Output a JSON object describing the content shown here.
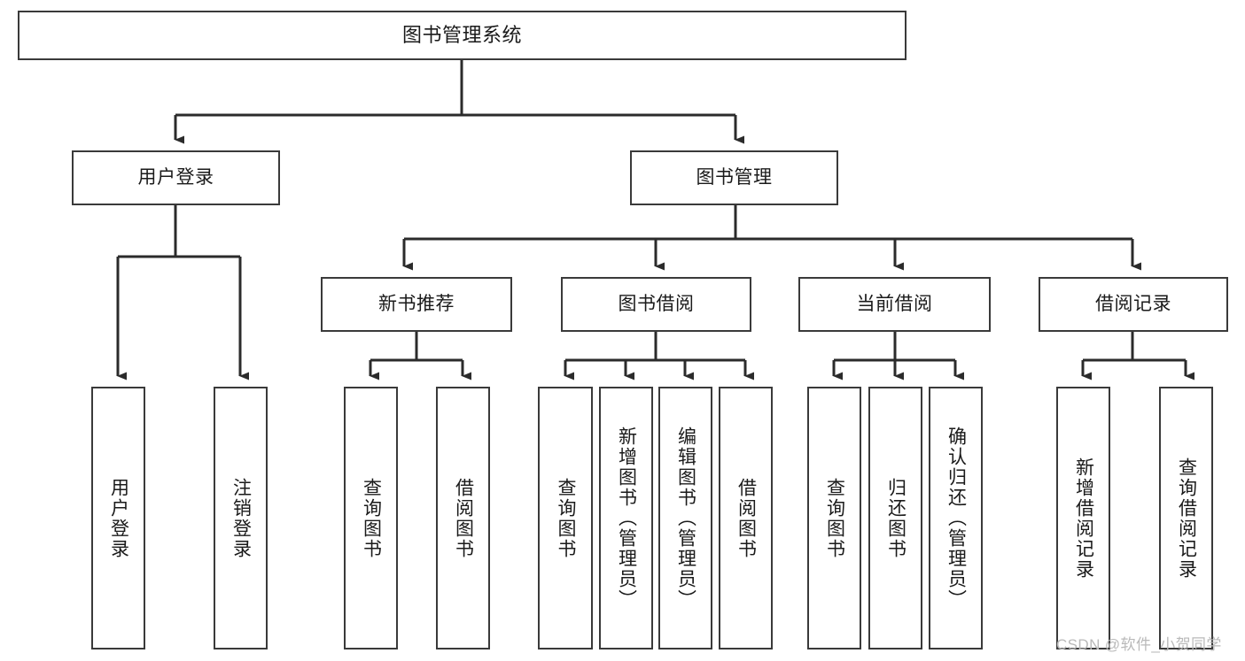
{
  "diagram": {
    "title": "图书管理系统",
    "type": "functional-structure-tree",
    "watermark": "CSDN @软件_小贺同学",
    "colors": {
      "background": "#ffffff",
      "node_border": "#3a3a3a",
      "node_fill": "#ffffff",
      "edge": "#2b2b2b",
      "text": "#1a1a1a",
      "watermark": "#b9b9b9"
    },
    "nodes": {
      "root": {
        "label": "图书管理系统"
      },
      "level2": [
        {
          "id": "user-login",
          "label": "用户登录"
        },
        {
          "id": "book-manage",
          "label": "图书管理"
        }
      ],
      "level3": [
        {
          "id": "new-book-recommend",
          "label": "新书推荐"
        },
        {
          "id": "book-borrow",
          "label": "图书借阅"
        },
        {
          "id": "current-borrow",
          "label": "当前借阅"
        },
        {
          "id": "borrow-record",
          "label": "借阅记录"
        }
      ],
      "leaves": {
        "user_login": [
          {
            "id": "leaf-user-login",
            "label": "用户登录"
          },
          {
            "id": "leaf-logout",
            "label": "注销登录"
          }
        ],
        "new_book_recommend": [
          {
            "id": "leaf-query-book-1",
            "label": "查询图书"
          },
          {
            "id": "leaf-borrow-book-1",
            "label": "借阅图书"
          }
        ],
        "book_borrow": [
          {
            "id": "leaf-query-book-2",
            "label": "查询图书"
          },
          {
            "id": "leaf-add-book",
            "label": "新增图书（管理员）"
          },
          {
            "id": "leaf-edit-book",
            "label": "编辑图书（管理员）"
          },
          {
            "id": "leaf-borrow-book-2",
            "label": "借阅图书"
          }
        ],
        "current_borrow": [
          {
            "id": "leaf-query-book-3",
            "label": "查询图书"
          },
          {
            "id": "leaf-return-book",
            "label": "归还图书"
          },
          {
            "id": "leaf-confirm-return",
            "label": "确认归还（管理员）"
          }
        ],
        "borrow_record": [
          {
            "id": "leaf-add-record",
            "label": "新增借阅记录"
          },
          {
            "id": "leaf-query-record",
            "label": "查询借阅记录"
          }
        ]
      }
    }
  }
}
